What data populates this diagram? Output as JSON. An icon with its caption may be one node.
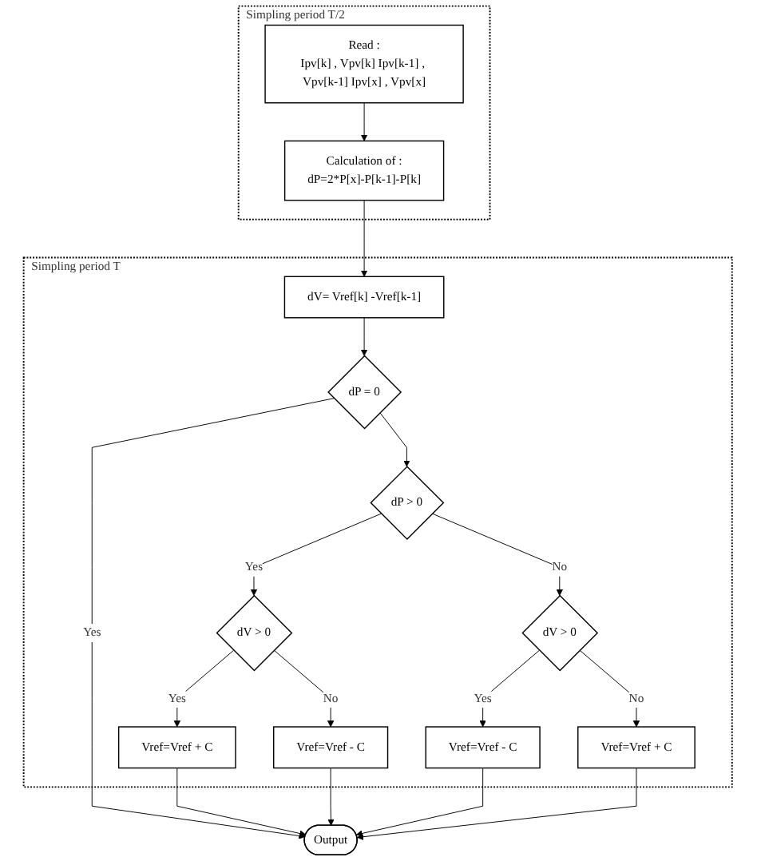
{
  "diagram": {
    "nodes": [
      {
        "text": [
          "Simpling period T/2"
        ]
      },
      {
        "text": [
          "Read :",
          "Ipv[k] , Vpv[k] Ipv[k-1] , Vpv[k-1] Ipv[x] , Vpv[x]"
        ],
        "in": 0
      },
      {
        "text": [
          "Calculation of :",
          "dP=2*P[x]-P[k-1]-P[k]"
        ],
        "in": 0
      },
      {
        "text": [
          "Simpling period T"
        ]
      },
      {
        "text": [
          "dV= Vref[k] -Vref[k-1]"
        ],
        "in": 3
      },
      {
        "text": [
          "dP = 0"
        ],
        "in": 3
      },
      {
        "text": [
          "dP > 0"
        ],
        "in": 3
      },
      {
        "text": [
          "dV > 0"
        ],
        "in": 3
      },
      {
        "text": [
          "dV > 0"
        ],
        "in": 3
      },
      {
        "text": [
          "Vref=Vref + C"
        ],
        "in": 3
      },
      {
        "text": [
          "Vref=Vref - C"
        ],
        "in": 3
      },
      {
        "text": [
          "Vref=Vref - C"
        ],
        "in": 3
      },
      {
        "text": [
          "Vref=Vref + C"
        ],
        "in": 3
      },
      {
        "text": [
          "Output"
        ]
      }
    ],
    "edges": [
      {
        "from": 1,
        "to": 2,
        "arrow": "to"
      },
      {
        "from": 2,
        "to": 4,
        "arrow": "to"
      },
      {
        "from": 4,
        "to": 5,
        "arrow": "to"
      },
      {
        "from": 5,
        "to": 6,
        "arrow": "to"
      },
      {
        "from": 5,
        "to": 13,
        "arrow": "to",
        "label": "Yes"
      },
      {
        "from": 6,
        "to": 7,
        "arrow": "to",
        "label": "Yes"
      },
      {
        "from": 6,
        "to": 8,
        "arrow": "to",
        "label": "No"
      },
      {
        "from": 7,
        "to": 9,
        "arrow": "to",
        "label": "Yes"
      },
      {
        "from": 7,
        "to": 10,
        "arrow": "to",
        "label": "No"
      },
      {
        "from": 8,
        "to": 11,
        "arrow": "to",
        "label": "Yes"
      },
      {
        "from": 8,
        "to": 12,
        "arrow": "to",
        "label": "No"
      },
      {
        "from": 9,
        "to": 13,
        "arrow": "to"
      },
      {
        "from": 10,
        "to": 13,
        "arrow": "to"
      },
      {
        "from": 11,
        "to": 13,
        "arrow": "to"
      },
      {
        "from": 12,
        "to": 13,
        "arrow": "to"
      }
    ]
  }
}
